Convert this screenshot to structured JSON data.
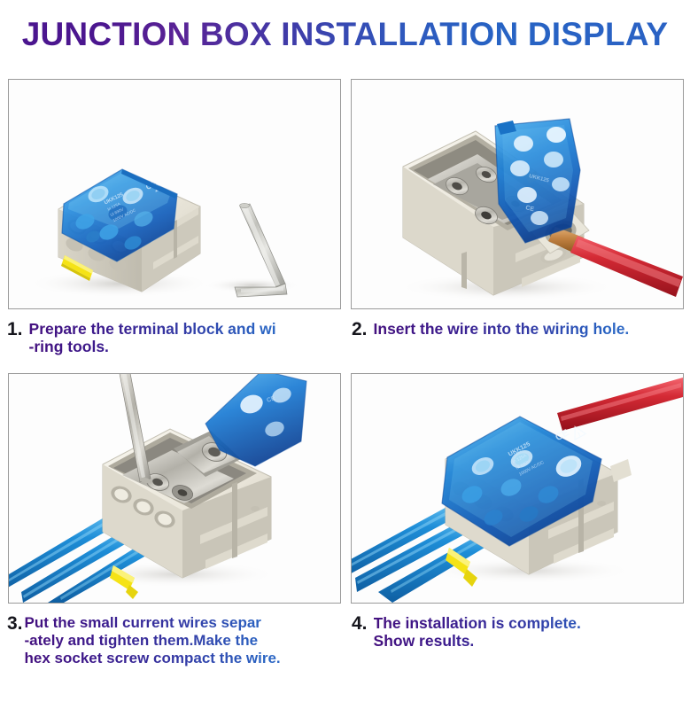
{
  "header": {
    "title": "JUNCTION BOX INSTALLATION DISPLAY",
    "title_gradient_start": "#4b168f",
    "title_gradient_end": "#2b62c4"
  },
  "theme": {
    "background": "#ffffff",
    "panel_border": "#9a9a9a",
    "caption_number_color": "#16161d",
    "caption_gradient_start": "#44117f",
    "caption_gradient_end": "#3f7fd0",
    "product_body_color": "#ece9e0",
    "product_cover_color": "#1f6fd0",
    "marker_tab_color": "#f5e316",
    "red_wire_color": "#d42a35",
    "blue_wire_color": "#1e8ed8",
    "copper_color": "#c08040",
    "metal_color": "#b9b9b4"
  },
  "steps": [
    {
      "number": "1.",
      "lines": [
        "Prepare the terminal block and wi",
        "-ring tools."
      ],
      "image": {
        "name": "terminal-block-with-hex-key-photo",
        "alt": "Junction box terminal block with blue transparent cover and L-shaped hex key",
        "objects": [
          "terminal-block",
          "blue-cover",
          "yellow-marker-tab",
          "hex-key"
        ],
        "label_text": "UKK125"
      }
    },
    {
      "number": "2.",
      "lines": [
        "Insert the wire into the wiring hole."
      ],
      "image": {
        "name": "inserting-red-wire-photo",
        "alt": "Blue cover opened, red wire with stripped copper tip inserted into wiring hole",
        "objects": [
          "terminal-block",
          "open-blue-cover",
          "screw-terminals",
          "red-wire",
          "copper-conductor"
        ],
        "label_text": "UKK125"
      }
    },
    {
      "number": "3.",
      "lines": [
        "Put the small current wires separ",
        "-ately and tighten them.Make the",
        "hex socket screw compact the wire."
      ],
      "image": {
        "name": "tightening-screws-photo",
        "alt": "Three blue wires inserted into outlet holes while hex key tightens the socket screw",
        "objects": [
          "terminal-block",
          "hex-key",
          "screw-terminals",
          "blue-wires",
          "yellow-marker-tab"
        ],
        "wire_count": 3
      }
    },
    {
      "number": "4.",
      "lines": [
        "The installation is complete.",
        "Show results."
      ],
      "image": {
        "name": "completed-installation-photo",
        "alt": "Completed junction box with cover closed, three blue wires and one red wire connected",
        "objects": [
          "terminal-block",
          "closed-blue-cover",
          "blue-wires",
          "red-wire",
          "yellow-marker-tab"
        ],
        "label_text": "UKK125",
        "wire_count": 3
      }
    }
  ]
}
